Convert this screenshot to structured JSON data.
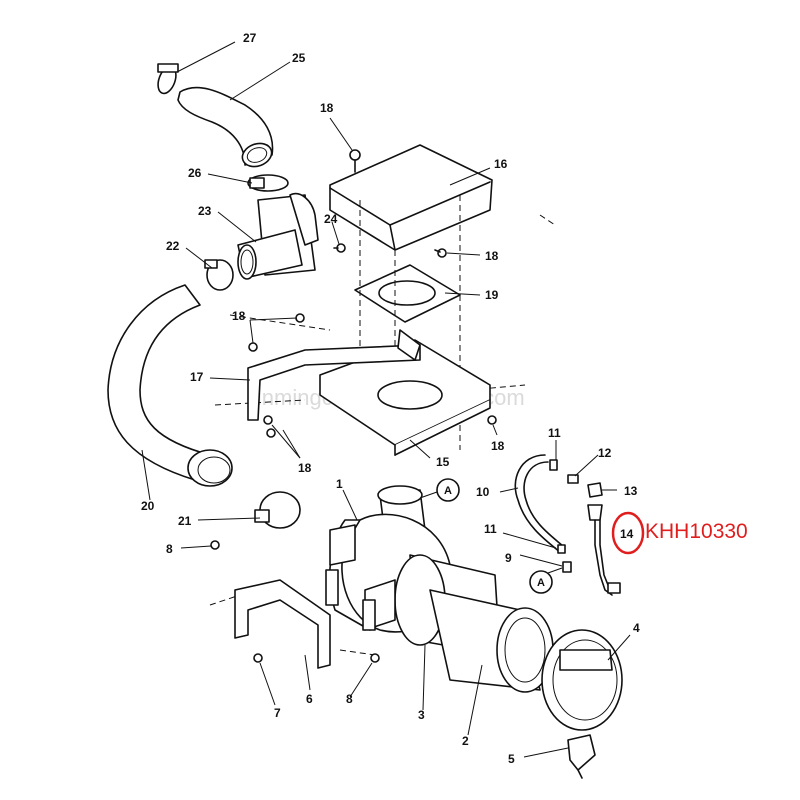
{
  "watermark": "jinmingchen.en.alibaba.com",
  "highlight": {
    "part": "14",
    "code": "KHH10330",
    "color": "#e01e1e"
  },
  "reference_marks": [
    "A",
    "A"
  ],
  "callouts": [
    {
      "id": "c27",
      "label": "27"
    },
    {
      "id": "c25",
      "label": "25"
    },
    {
      "id": "c18a",
      "label": "18"
    },
    {
      "id": "c16",
      "label": "16"
    },
    {
      "id": "c26",
      "label": "26"
    },
    {
      "id": "c23",
      "label": "23"
    },
    {
      "id": "c24",
      "label": "24"
    },
    {
      "id": "c18b",
      "label": "18"
    },
    {
      "id": "c22",
      "label": "22"
    },
    {
      "id": "c19",
      "label": "19"
    },
    {
      "id": "c18c",
      "label": "18"
    },
    {
      "id": "c17",
      "label": "17"
    },
    {
      "id": "c18d",
      "label": "18"
    },
    {
      "id": "c18e",
      "label": "18"
    },
    {
      "id": "c15",
      "label": "15"
    },
    {
      "id": "c11a",
      "label": "11"
    },
    {
      "id": "c12",
      "label": "12"
    },
    {
      "id": "c20",
      "label": "20"
    },
    {
      "id": "c1",
      "label": "1"
    },
    {
      "id": "c10",
      "label": "10"
    },
    {
      "id": "c13",
      "label": "13"
    },
    {
      "id": "c21",
      "label": "21"
    },
    {
      "id": "c14",
      "label": "14"
    },
    {
      "id": "c8a",
      "label": "8"
    },
    {
      "id": "c11b",
      "label": "11"
    },
    {
      "id": "c9",
      "label": "9"
    },
    {
      "id": "c4",
      "label": "4"
    },
    {
      "id": "c6",
      "label": "6"
    },
    {
      "id": "c7",
      "label": "7"
    },
    {
      "id": "c8b",
      "label": "8"
    },
    {
      "id": "c3",
      "label": "3"
    },
    {
      "id": "c2",
      "label": "2"
    },
    {
      "id": "c5",
      "label": "5"
    }
  ]
}
